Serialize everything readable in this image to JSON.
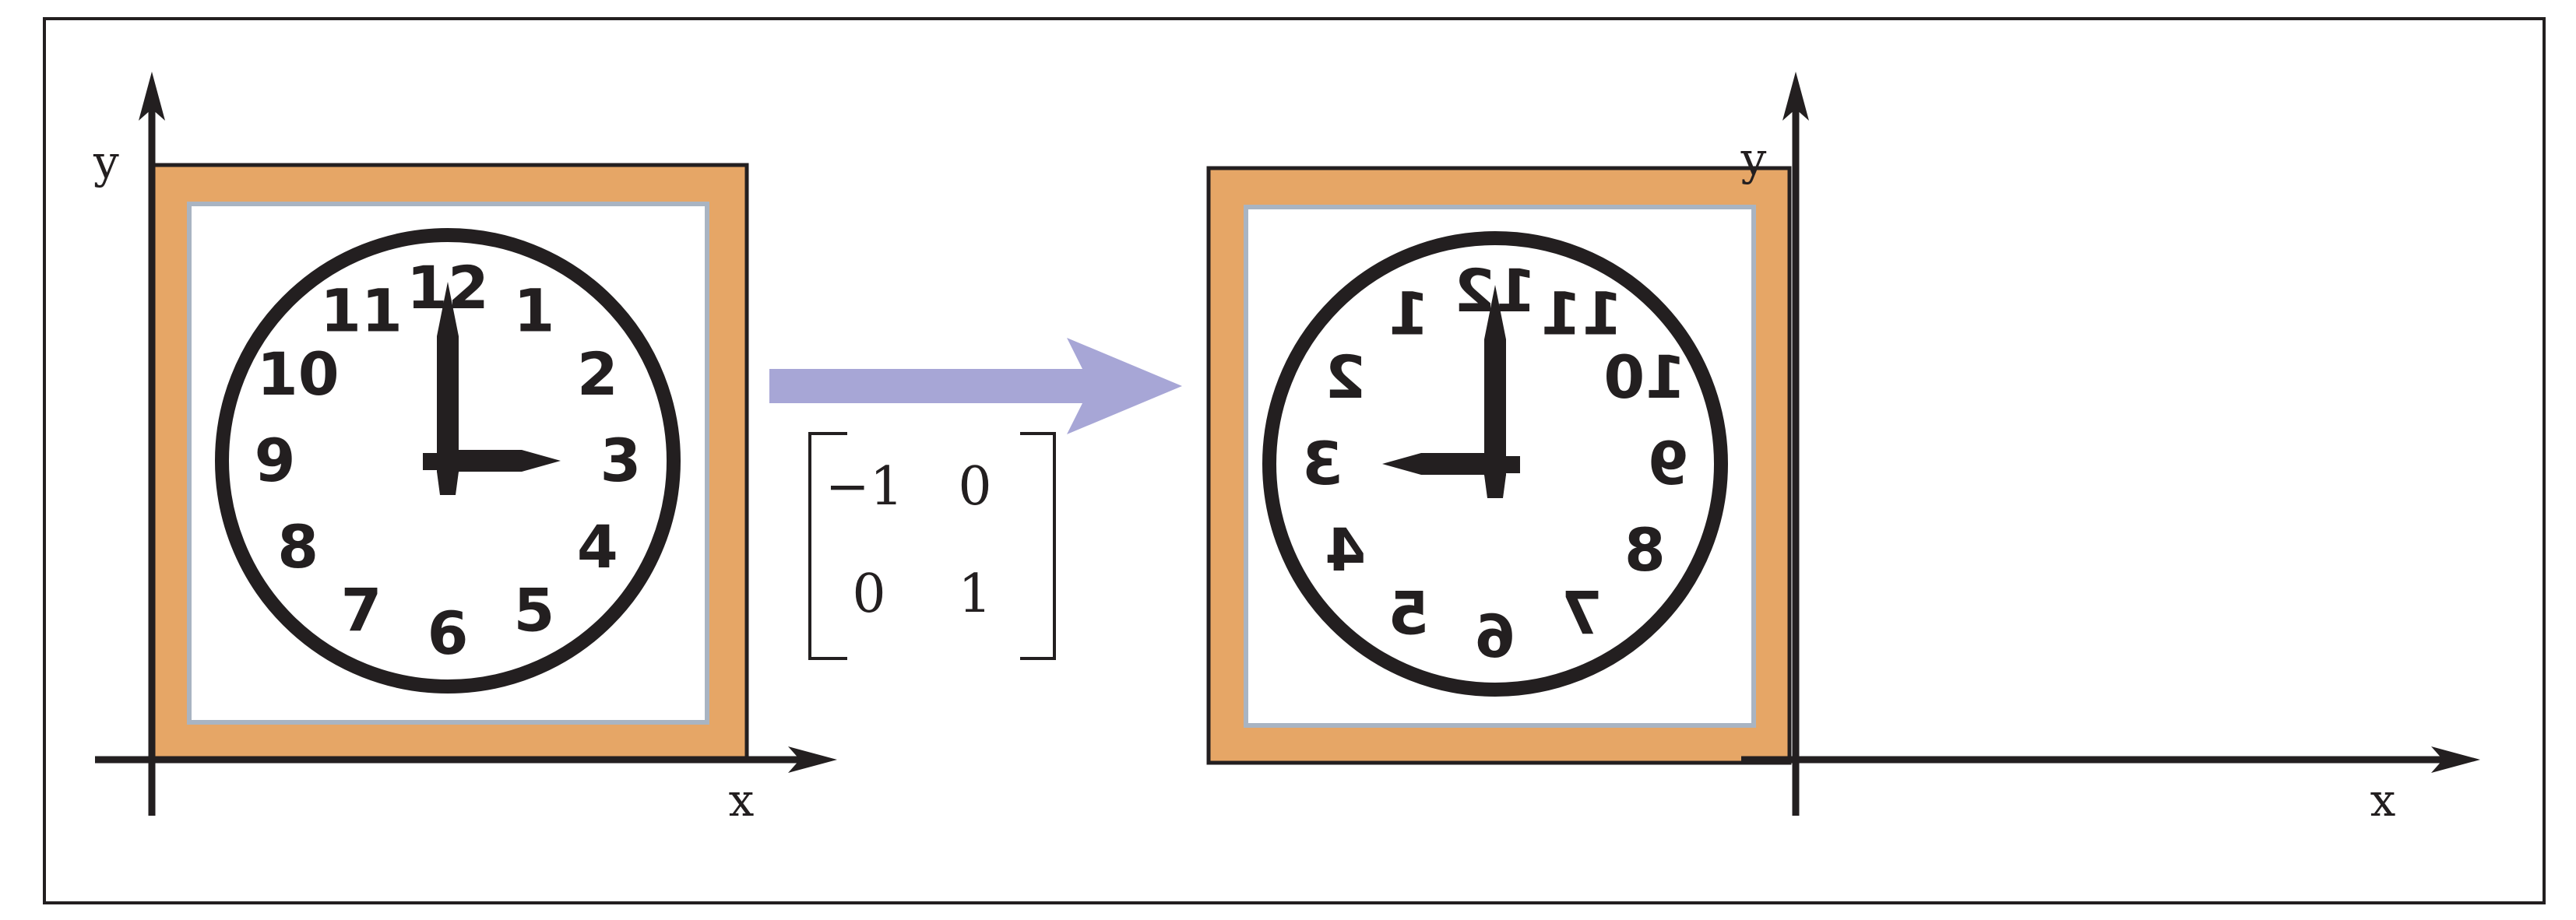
{
  "colors": {
    "frame": "#e6a666",
    "inner_border": "#a9b4c2",
    "ink": "#231f20",
    "arrow": "#a7a6d6",
    "background": "#ffffff"
  },
  "left_panel": {
    "x_axis_label": "x",
    "y_axis_label": "y",
    "clock_numbers": [
      "12",
      "1",
      "2",
      "3",
      "4",
      "5",
      "6",
      "7",
      "8",
      "9",
      "10",
      "11"
    ]
  },
  "right_panel": {
    "x_axis_label": "x",
    "y_axis_label": "y",
    "clock_numbers": [
      "12",
      "1",
      "2",
      "3",
      "4",
      "5",
      "6",
      "7",
      "8",
      "9",
      "10",
      "11"
    ],
    "mirrored": true
  },
  "transform": {
    "arrow_icon": "right-arrow",
    "matrix": [
      [
        "−1",
        "0"
      ],
      [
        "0",
        "1"
      ]
    ]
  }
}
